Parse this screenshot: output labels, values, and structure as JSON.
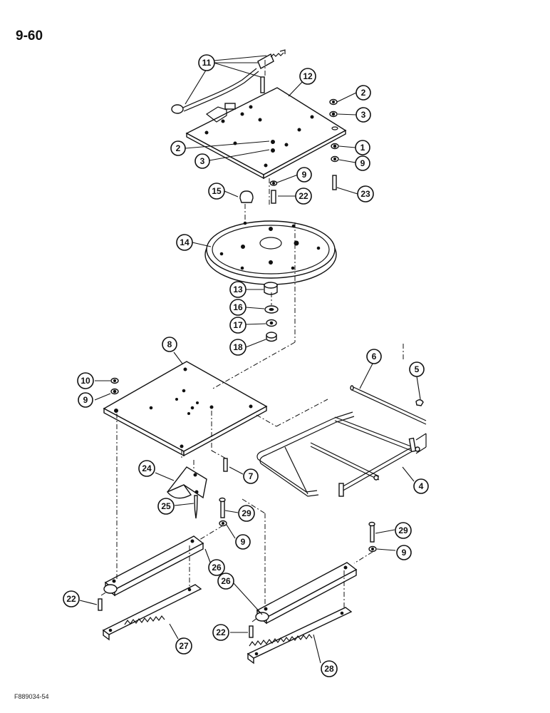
{
  "page_number": "9-60",
  "figure_code": "F889034-54",
  "callouts": [
    {
      "label": "11"
    },
    {
      "label": "12"
    },
    {
      "label": "2"
    },
    {
      "label": "3"
    },
    {
      "label": "2"
    },
    {
      "label": "3"
    },
    {
      "label": "1"
    },
    {
      "label": "9"
    },
    {
      "label": "9"
    },
    {
      "label": "22"
    },
    {
      "label": "23"
    },
    {
      "label": "15"
    },
    {
      "label": "14"
    },
    {
      "label": "13"
    },
    {
      "label": "16"
    },
    {
      "label": "17"
    },
    {
      "label": "18"
    },
    {
      "label": "8"
    },
    {
      "label": "10"
    },
    {
      "label": "9"
    },
    {
      "label": "6"
    },
    {
      "label": "5"
    },
    {
      "label": "7"
    },
    {
      "label": "4"
    },
    {
      "label": "24"
    },
    {
      "label": "25"
    },
    {
      "label": "29"
    },
    {
      "label": "9"
    },
    {
      "label": "29"
    },
    {
      "label": "9"
    },
    {
      "label": "26"
    },
    {
      "label": "26"
    },
    {
      "label": "22"
    },
    {
      "label": "27"
    },
    {
      "label": "22"
    },
    {
      "label": "28"
    }
  ]
}
